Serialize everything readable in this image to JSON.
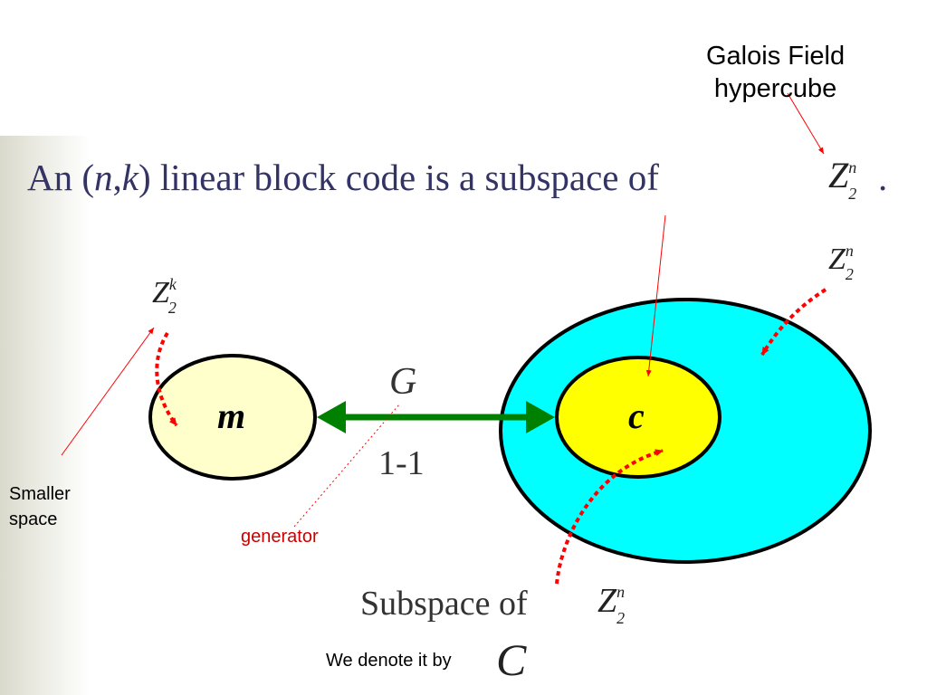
{
  "annotations": {
    "galois_line1": "Galois Field",
    "galois_line2": "hypercube",
    "smaller_line1": "Smaller",
    "smaller_line2": "space",
    "generator": "generator",
    "we_denote": "We denote it by"
  },
  "title": {
    "part1": "An (",
    "n": "n",
    "comma": ",",
    "k": "k",
    "part2": ") linear block code is a subspace of",
    "period": "."
  },
  "symbols": {
    "z": "Z",
    "two": "2",
    "sup_n": "n",
    "sup_k": "k",
    "m": "m",
    "c": "c",
    "G": "G",
    "one_to_one": "1-1",
    "subspace_of": "Subspace of",
    "script_c": "C"
  },
  "colors": {
    "title_text": "#333366",
    "outer_circle": "#00ffff",
    "inner_circle": "#ffff00",
    "message_circle": "#ffffcc",
    "arrow_green": "#008000",
    "dotted_red": "#ff0000",
    "pointer_red": "#ff0000",
    "generator_text": "#cc0000"
  }
}
